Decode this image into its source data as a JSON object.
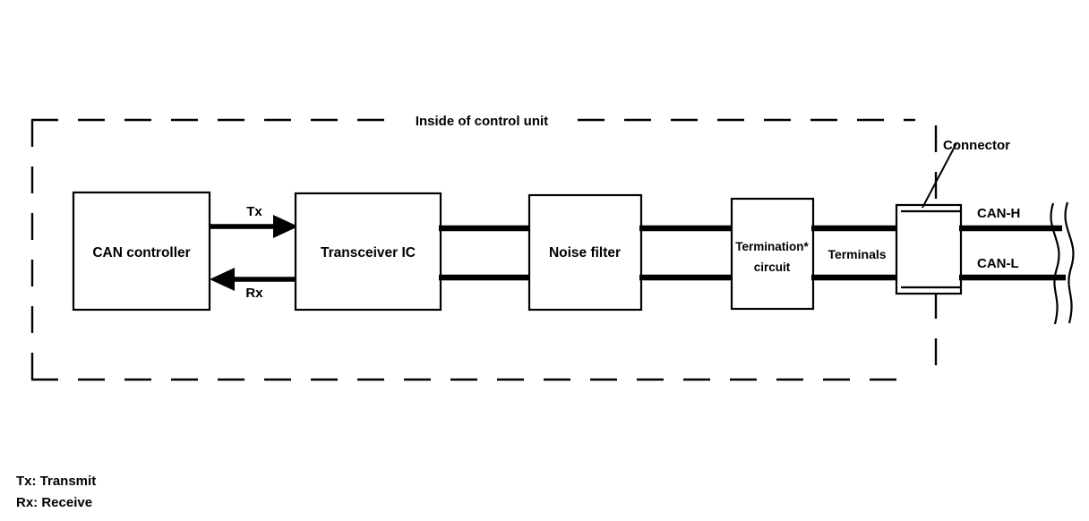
{
  "diagram": {
    "title_label": "Inside of control unit",
    "boundary": {
      "name": "control-unit-boundary",
      "style": "dashed"
    },
    "blocks": [
      {
        "id": "can-controller",
        "label": "CAN controller"
      },
      {
        "id": "transceiver-ic",
        "label": "Transceiver IC"
      },
      {
        "id": "noise-filter",
        "label": "Noise filter"
      },
      {
        "id": "termination-circuit",
        "label_line1": "Termination*",
        "label_line2": "circuit"
      }
    ],
    "labels": {
      "terminals": "Terminals",
      "connector": "Connector",
      "can_high": "CAN-H",
      "can_low": "CAN-L"
    },
    "signals": [
      {
        "id": "tx",
        "label": "Tx",
        "direction": "right"
      },
      {
        "id": "rx",
        "label": "Rx",
        "direction": "left"
      }
    ],
    "legend": [
      {
        "abbr": "Tx",
        "text": "Tx: Transmit"
      },
      {
        "abbr": "Rx",
        "text": "Rx: Receive"
      }
    ],
    "colors": {
      "ink": "#000000",
      "background": "#ffffff"
    }
  }
}
